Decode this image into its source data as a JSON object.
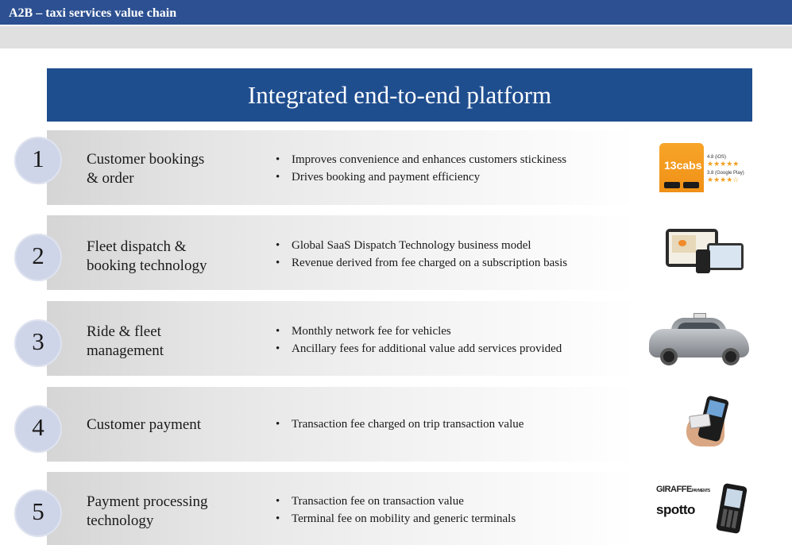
{
  "slide": {
    "title": "A2B – taxi services value chain",
    "header": "Integrated end-to-end platform"
  },
  "stages": [
    {
      "number": "1",
      "name": "Customer bookings\n& order",
      "bullets": [
        "Improves convenience and enhances customers stickiness",
        "Drives booking and payment efficiency"
      ],
      "image": {
        "brand": "13cabs",
        "ratings": [
          "4.8 (iOS)",
          "3.8 (Google Play)"
        ]
      }
    },
    {
      "number": "2",
      "name": "Fleet dispatch &\nbooking technology",
      "bullets": [
        "Global SaaS Dispatch Technology business model",
        "Revenue derived from fee charged on a subscription basis"
      ]
    },
    {
      "number": "3",
      "name": "Ride & fleet\nmanagement",
      "bullets": [
        "Monthly network fee for vehicles",
        "Ancillary fees for additional value add services provided"
      ]
    },
    {
      "number": "4",
      "name": "Customer payment",
      "bullets": [
        "Transaction fee charged on trip transaction value"
      ]
    },
    {
      "number": "5",
      "name": "Payment processing\ntechnology",
      "bullets": [
        "Transaction fee on transaction value",
        "Terminal fee on mobility and generic terminals"
      ],
      "image": {
        "logos": [
          "GIRAFFE",
          "PAYMENTS",
          "spotto"
        ]
      }
    }
  ],
  "colors": {
    "title_bar": "#2c5091",
    "header": "#1f4e8f",
    "circle": "#cfd5e8",
    "band": "#e0e0e0"
  }
}
